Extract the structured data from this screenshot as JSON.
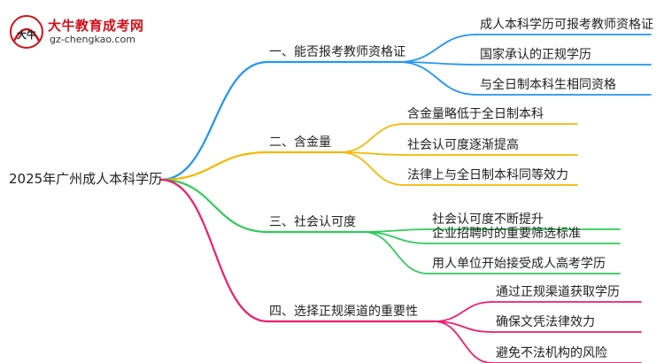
{
  "logo": {
    "title": "大牛教育成考网",
    "url": "gz-chengkao.com",
    "badge_text": "大牛",
    "colors": {
      "red": "#d0121b",
      "dark": "#222222"
    }
  },
  "root": {
    "label": "2025年广州成人本科学历"
  },
  "branches": [
    {
      "label": "一、能否报考教师资格证",
      "color": "#2196f3",
      "children": [
        "成人本科学历可报考教师资格证",
        "国家承认的正规学历",
        "与全日制本科生相同资格"
      ]
    },
    {
      "label": "二、含金量",
      "color": "#f5b800",
      "children": [
        "含金量略低于全日制本科",
        "社会认可度逐渐提高",
        "法律上与全日制本科同等效力"
      ]
    },
    {
      "label": "三、社会认可度",
      "color": "#2ecc5a",
      "children": [
        "社会认可度不断提升",
        "企业招聘时的重要筛选标准",
        "用人单位开始接受成人高考学历"
      ]
    },
    {
      "label": "四、选择正规渠道的重要性",
      "color": "#ee1d6f",
      "children": [
        "通过正规渠道获取学历",
        "确保文凭法律效力",
        "避免不法机构的风险"
      ]
    }
  ]
}
